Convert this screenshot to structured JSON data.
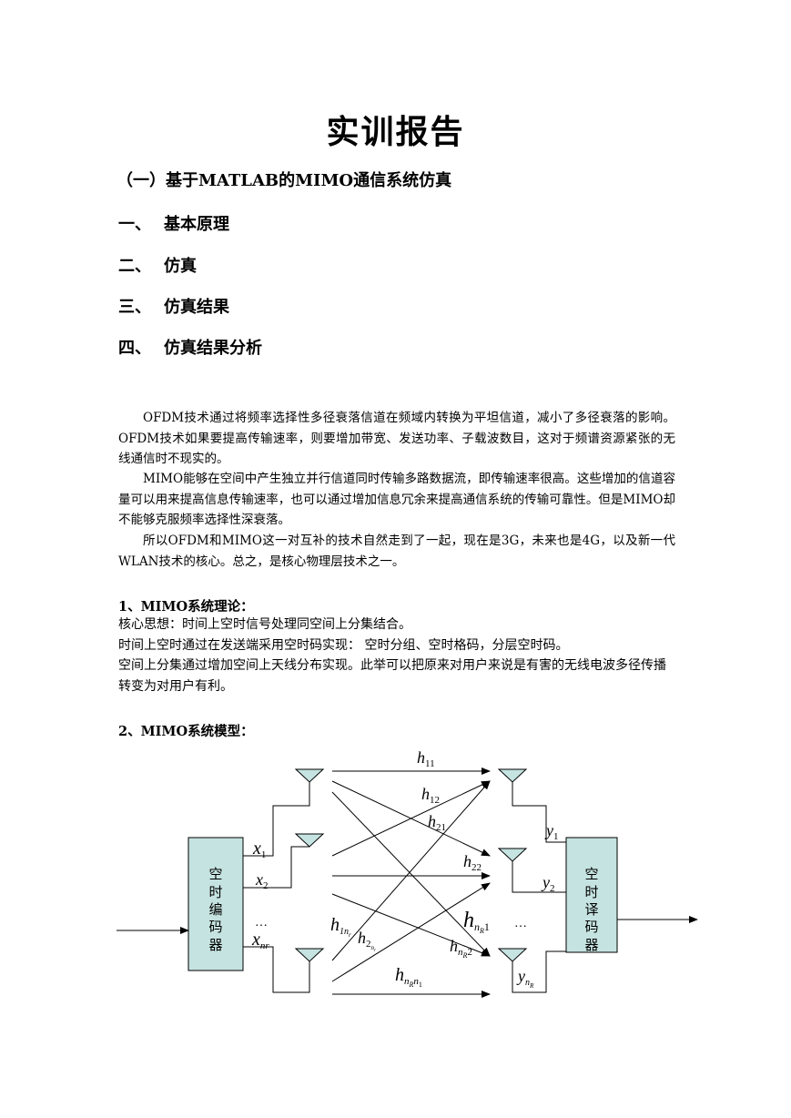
{
  "doc": {
    "title": "实训报告",
    "subtitle": "（一）基于MATLAB的MIMO通信系统仿真",
    "sections": [
      {
        "num": "一、",
        "label": "基本原理"
      },
      {
        "num": "二、",
        "label": "仿真"
      },
      {
        "num": "三、",
        "label": "仿真结果"
      },
      {
        "num": "四、",
        "label": "仿真结果分析"
      }
    ],
    "paragraphs": [
      "OFDM技术通过将频率选择性多径衰落信道在频域内转换为平坦信道，减小了多径衰落的影响。OFDM技术如果要提高传输速率，则要增加带宽、发送功率、子载波数目，这对于频谱资源紧张的无线通信时不现实的。",
      "MIMO能够在空间中产生独立并行信道同时传输多路数据流，即传输速率很高。这些增加的信道容量可以用来提高信息传输速率，也可以通过增加信息冗余来提高通信系统的传输可靠性。但是MIMO却不能够克服频率选择性深衰落。",
      "所以OFDM和MIMO这一对互补的技术自然走到了一起，现在是3G，未来也是4G，以及新一代WLAN技术的核心。总之，是核心物理层技术之一。"
    ],
    "theory_heading": "1、MIMO系统理论：",
    "theory_lines": [
      "核心思想：时间上空时信号处理同空间上分集结合。",
      "时间上空时通过在发送端采用空时码实现： 空时分组、空时格码，分层空时码。",
      "空间上分集通过增加空间上天线分布实现。此举可以把原来对用户来说是有害的无线电波多径传播转变为对用户有利。"
    ],
    "model_heading": "2、MIMO系统模型："
  },
  "diagram": {
    "encoder_label": [
      "空",
      "时",
      "编",
      "码",
      "器"
    ],
    "decoder_label": [
      "空",
      "时",
      "译",
      "码",
      "器"
    ],
    "dots": "…",
    "tx": {
      "x1": {
        "base": "x",
        "sub": "1"
      },
      "x2": {
        "base": "x",
        "sub": "2"
      },
      "xnr": {
        "base": "x",
        "sub": "nr"
      }
    },
    "rx": {
      "y1": {
        "base": "y",
        "sub": "1"
      },
      "y2": {
        "base": "y",
        "sub": "2"
      },
      "ynr": {
        "base": "y",
        "sub": "n",
        "subsub": "R"
      }
    },
    "channels": {
      "h11": {
        "base": "h",
        "sub": "11"
      },
      "h12": {
        "base": "h",
        "sub": "12"
      },
      "h21": {
        "base": "h",
        "sub": "21"
      },
      "h22": {
        "base": "h",
        "sub": "22"
      },
      "hnR1": {
        "base": "h",
        "sub": "n",
        "subsub": "R",
        "sub2": "1"
      },
      "hnR2": {
        "base": "h",
        "sub": "n",
        "subsub": "R",
        "sub2": "2"
      },
      "h1nr": {
        "base": "h",
        "sub": "1n",
        "subsub": "r"
      },
      "h2nr": {
        "base": "h",
        "sub": "2",
        "subsub": "n",
        "subsub2": "r"
      },
      "hnRn1": {
        "base": "h",
        "sub": "n",
        "subsub": "R",
        "sub2": "n",
        "subsub2": "1"
      }
    },
    "colors": {
      "block_fill": "#c5e3e0",
      "antenna_fill": "#c5e3e0",
      "stroke": "#000000"
    }
  }
}
